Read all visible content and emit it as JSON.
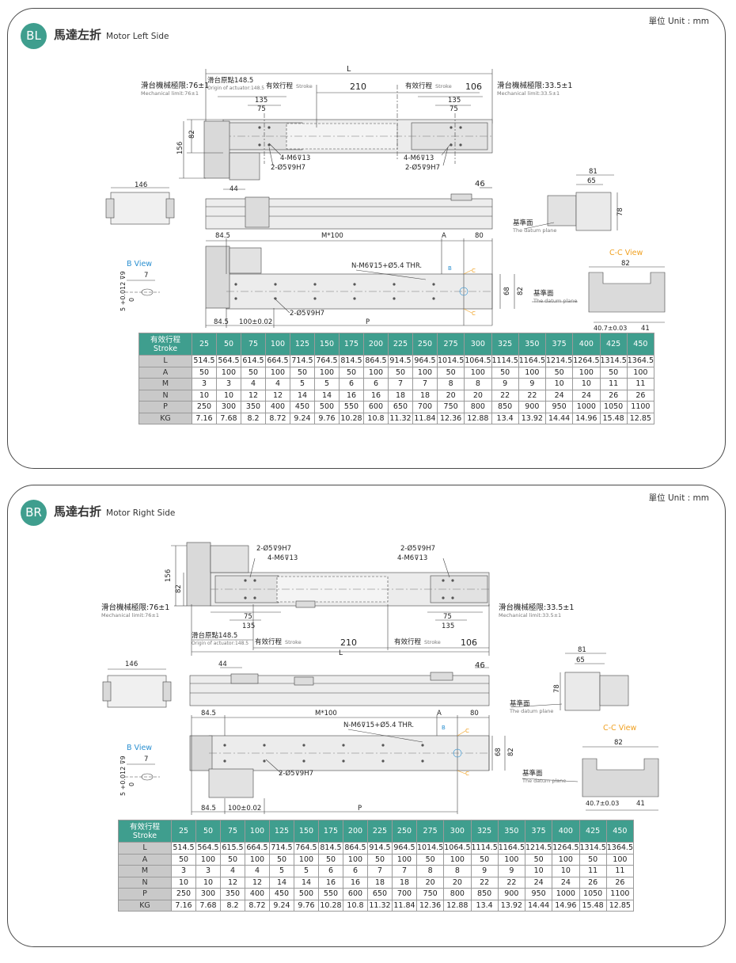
{
  "sections": [
    {
      "badge": "BL",
      "title_cn": "馬達左折",
      "title_en": "Motor Left Side",
      "unit": "單位 Unit : mm",
      "drawing": {
        "L": "L",
        "d135": "135",
        "d75": "75",
        "d210": "210",
        "d106": "106",
        "d82": "82",
        "d156": "156",
        "mech_left": "滑台機械極限:76±1",
        "mech_left_en": "Mechanical limit:76±1",
        "mech_right": "滑台機械極限:33.5±1",
        "mech_right_en": "Mechanical limit:33.5±1",
        "origin": "滑台原點148.5",
        "origin_en": "Origin of actuator:148.5",
        "stroke_cn": "有效行程",
        "stroke_en": "Stroke",
        "m6": "4-M6⊽13",
        "pin": "2-Ø5⊽9H7",
        "d146": "146",
        "d44": "44",
        "d46": "46",
        "d81": "81",
        "d65": "65",
        "d78": "78",
        "datum_cn": "基準面",
        "datum_en": "The datum plane",
        "d845": "84.5",
        "m100": "M*100",
        "A": "A",
        "d80": "80",
        "P": "P",
        "nm6": "N-M6⊽15+Ø5.4 THR.",
        "d68": "68",
        "tol": "100±0.02",
        "bview": "B View",
        "d7": "7",
        "hole": "5 +0.012 ⊽9",
        "hole0": "0",
        "ccview": "C-C View",
        "d407": "40.7±0.03",
        "d41": "41",
        "B": "B",
        "C": "C"
      },
      "table": {
        "header_cn": "有效行程",
        "header_en": "Stroke",
        "strokes": [
          "25",
          "50",
          "75",
          "100",
          "125",
          "150",
          "175",
          "200",
          "225",
          "250",
          "275",
          "300",
          "325",
          "350",
          "375",
          "400",
          "425",
          "450"
        ],
        "rows": [
          {
            "label": "L",
            "values": [
              "514.5",
              "564.5",
              "614.5",
              "664.5",
              "714.5",
              "764.5",
              "814.5",
              "864.5",
              "914.5",
              "964.5",
              "1014.5",
              "1064.5",
              "1114.5",
              "1164.5",
              "1214.5",
              "1264.5",
              "1314.5",
              "1364.5"
            ]
          },
          {
            "label": "A",
            "values": [
              "50",
              "100",
              "50",
              "100",
              "50",
              "100",
              "50",
              "100",
              "50",
              "100",
              "50",
              "100",
              "50",
              "100",
              "50",
              "100",
              "50",
              "100"
            ]
          },
          {
            "label": "M",
            "values": [
              "3",
              "3",
              "4",
              "4",
              "5",
              "5",
              "6",
              "6",
              "7",
              "7",
              "8",
              "8",
              "9",
              "9",
              "10",
              "10",
              "11",
              "11"
            ]
          },
          {
            "label": "N",
            "values": [
              "10",
              "10",
              "12",
              "12",
              "14",
              "14",
              "16",
              "16",
              "18",
              "18",
              "20",
              "20",
              "22",
              "22",
              "24",
              "24",
              "26",
              "26"
            ]
          },
          {
            "label": "P",
            "values": [
              "250",
              "300",
              "350",
              "400",
              "450",
              "500",
              "550",
              "600",
              "650",
              "700",
              "750",
              "800",
              "850",
              "900",
              "950",
              "1000",
              "1050",
              "1100"
            ]
          },
          {
            "label": "KG",
            "values": [
              "7.16",
              "7.68",
              "8.2",
              "8.72",
              "9.24",
              "9.76",
              "10.28",
              "10.8",
              "11.32",
              "11.84",
              "12.36",
              "12.88",
              "13.4",
              "13.92",
              "14.44",
              "14.96",
              "15.48",
              "12.85"
            ]
          }
        ]
      }
    },
    {
      "badge": "BR",
      "title_cn": "馬達右折",
      "title_en": "Motor Right Side",
      "unit": "單位 Unit : mm",
      "drawing": {
        "L": "L",
        "d135": "135",
        "d75": "75",
        "d210": "210",
        "d106": "106",
        "d82": "82",
        "d156": "156",
        "mech_left": "滑台機械極限:76±1",
        "mech_left_en": "Mechanical limit:76±1",
        "mech_right": "滑台機械極限:33.5±1",
        "mech_right_en": "Mechanical limit:33.5±1",
        "origin": "滑台原點148.5",
        "origin_en": "Origin of actuator:148.5",
        "stroke_cn": "有效行程",
        "stroke_en": "Stroke",
        "m6": "4-M6⊽13",
        "pin": "2-Ø5⊽9H7",
        "d146": "146",
        "d44": "44",
        "d46": "46",
        "d81": "81",
        "d65": "65",
        "d78": "78",
        "datum_cn": "基準面",
        "datum_en": "The datum plane",
        "d845": "84.5",
        "m100": "M*100",
        "A": "A",
        "d80": "80",
        "P": "P",
        "nm6": "N-M6⊽15+Ø5.4 THR.",
        "d68": "68",
        "tol": "100±0.02",
        "bview": "B View",
        "d7": "7",
        "hole": "5 +0.012 ⊽9",
        "hole0": "0",
        "ccview": "C-C View",
        "d407": "40.7±0.03",
        "d41": "41",
        "B": "B",
        "C": "C"
      },
      "table": {
        "header_cn": "有效行程",
        "header_en": "Stroke",
        "strokes": [
          "25",
          "50",
          "75",
          "100",
          "125",
          "150",
          "175",
          "200",
          "225",
          "250",
          "275",
          "300",
          "325",
          "350",
          "375",
          "400",
          "425",
          "450"
        ],
        "rows": [
          {
            "label": "L",
            "values": [
              "514.5",
              "564.5",
              "615.5",
              "664.5",
              "714.5",
              "764.5",
              "814.5",
              "864.5",
              "914.5",
              "964.5",
              "1014.5",
              "1064.5",
              "1114.5",
              "1164.5",
              "1214.5",
              "1264.5",
              "1314.5",
              "1364.5"
            ]
          },
          {
            "label": "A",
            "values": [
              "50",
              "100",
              "50",
              "100",
              "50",
              "100",
              "50",
              "100",
              "50",
              "100",
              "50",
              "100",
              "50",
              "100",
              "50",
              "100",
              "50",
              "100"
            ]
          },
          {
            "label": "M",
            "values": [
              "3",
              "3",
              "4",
              "4",
              "5",
              "5",
              "6",
              "6",
              "7",
              "7",
              "8",
              "8",
              "9",
              "9",
              "10",
              "10",
              "11",
              "11"
            ]
          },
          {
            "label": "N",
            "values": [
              "10",
              "10",
              "12",
              "12",
              "14",
              "14",
              "16",
              "16",
              "18",
              "18",
              "20",
              "20",
              "22",
              "22",
              "24",
              "24",
              "26",
              "26"
            ]
          },
          {
            "label": "P",
            "values": [
              "250",
              "300",
              "350",
              "400",
              "450",
              "500",
              "550",
              "600",
              "650",
              "700",
              "750",
              "800",
              "850",
              "900",
              "950",
              "1000",
              "1050",
              "1100"
            ]
          },
          {
            "label": "KG",
            "values": [
              "7.16",
              "7.68",
              "8.2",
              "8.72",
              "9.24",
              "9.76",
              "10.28",
              "10.8",
              "11.32",
              "11.84",
              "12.36",
              "12.88",
              "13.4",
              "13.92",
              "14.44",
              "14.96",
              "15.48",
              "12.85"
            ]
          }
        ]
      }
    }
  ],
  "colors": {
    "accent": "#3f9e8e",
    "view_b": "#2a8fd0",
    "view_c": "#f0a020",
    "header_row": "#c9c9c9"
  }
}
